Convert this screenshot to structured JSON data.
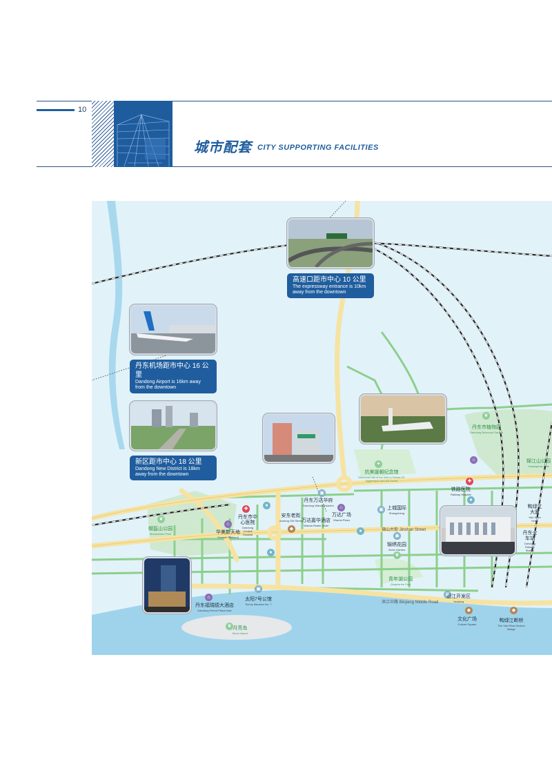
{
  "header": {
    "page_number": "10",
    "title_cn": "城市配套",
    "title_en": "CITY SUPPORTING FACILITIES"
  },
  "callouts": {
    "expressway": {
      "cn": "高速口距市中心 10 公里",
      "en1": "The expressway entrance is 10km",
      "en2": "away from the downtown"
    },
    "airport": {
      "cn": "丹东机场距市中心 16 公里",
      "en1": "Dandong Airport is 16km away",
      "en2": "from the downtown"
    },
    "newdistrict": {
      "cn": "新区距市中心 18 公里",
      "en1": "Dandong New District is 18km",
      "en2": "away from the downtown"
    }
  },
  "places": {
    "botanical": {
      "cn": "丹东市植物园",
      "en": "Dandong Botanical Garden"
    },
    "jinjiangshan": {
      "cn": "锦江山公园",
      "en": "Jinjiangshan Park"
    },
    "memorial": {
      "cn": "抗美援朝纪念馆",
      "en": "Memorial Hall of the War to Resist US Aggression and Aid Korea"
    },
    "railway_hospital": {
      "cn": "铁路医院",
      "en": "Railway Hospital"
    },
    "huazhu": {
      "cn": "丹东万达华府",
      "en": "Dandong Wanda Huazhu"
    },
    "wanda_realm": {
      "cn": "万达嘉华酒店",
      "en": "Wanda Realm Hotel"
    },
    "wanda_plaza": {
      "cn": "万达广场",
      "en": "Wanda Plaza"
    },
    "shangcheng": {
      "cn": "上城国际",
      "en": "Shangcheng"
    },
    "old_street": {
      "cn": "安东老街",
      "en": "Andong Old Street"
    },
    "central_hospital": {
      "cn": "丹东市中心医院",
      "en": "Dandong Central Hospital"
    },
    "xinhua": {
      "cn": "华美新天地",
      "en": "Huamei Xintiandi"
    },
    "maoershan": {
      "cn": "帽盔山公园",
      "en": "Maokuishan Park"
    },
    "jinxiu": {
      "cn": "锦绣花园",
      "en": "Jinxiu Garden"
    },
    "qingnianhu": {
      "cn": "青年湖公园",
      "en": "Qingnianhu Park"
    },
    "taiyang": {
      "cn": "太阳7号公馆",
      "en": "Sunny Mansion No. 7"
    },
    "friend_hotel": {
      "cn": "丹东福瑞德大酒店",
      "en": "Dandong Friend Plaza Hote"
    },
    "moon_island": {
      "cn": "月亮岛",
      "en": "Moon Island"
    },
    "yanjiang": {
      "cn": "沿江开发区",
      "en": "Yanjiang"
    },
    "culture_square": {
      "cn": "文化广场",
      "en": "Culture Square"
    },
    "broken_bridge": {
      "cn": "鸭绿江断桥",
      "en": "The Yalu River Broken Bridge"
    },
    "railway_station": {
      "cn": "丹东火车站",
      "en": "Dandong Railway Station"
    },
    "yalu_tower": {
      "cn": "鸭绿江大厦",
      "en": "Yalu River Hotel"
    },
    "jinshan_street": {
      "cn": "锦山大街",
      "en": "Jinshan Street"
    },
    "binjiang_road": {
      "cn": "滨江中路",
      "en": "Binjiang Middle Road"
    }
  },
  "colors": {
    "accent": "#1f5d9e",
    "water": "#dff1f8",
    "river": "#9fd3ec",
    "main_road": "#f6e3a2",
    "secondary_road": "#8ccf8c",
    "park": "#cfe9d0"
  }
}
